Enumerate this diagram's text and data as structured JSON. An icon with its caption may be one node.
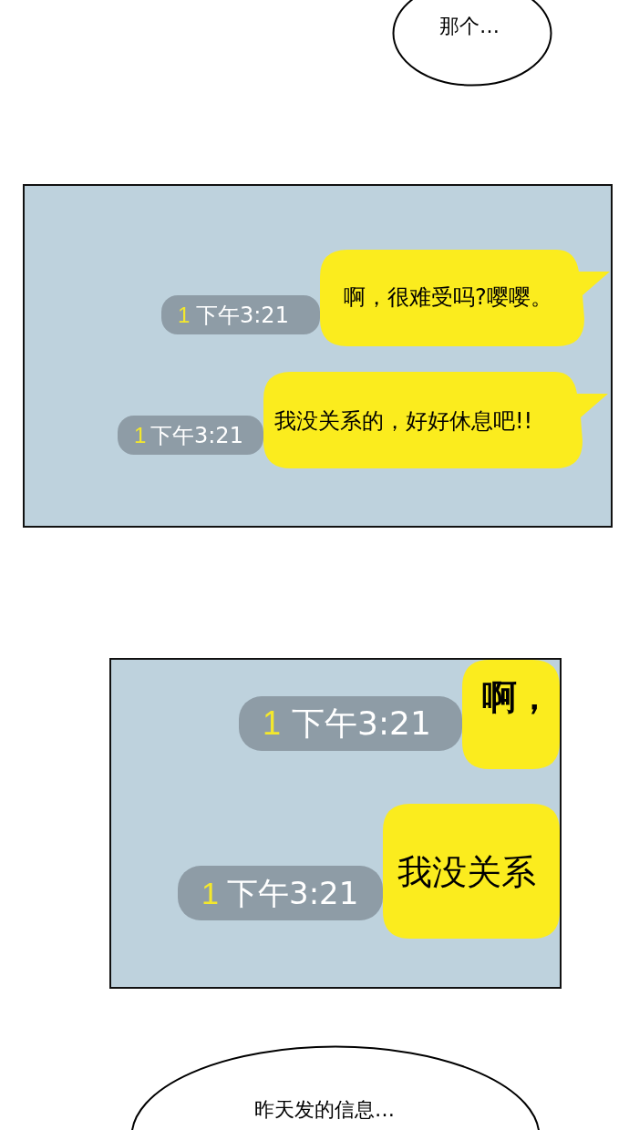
{
  "diagram": {
    "nodes": [
      {
        "text": [
          "那个…"
        ]
      },
      {
        "text": [],
        "shape": "box"
      },
      {
        "text": [
          "1",
          "下午3:21"
        ],
        "in": 1
      },
      {
        "text": [
          "啊，很难受吗?嘤嘤。"
        ],
        "in": 1
      },
      {
        "text": [
          "1",
          "下午3:21"
        ],
        "in": 1
      },
      {
        "text": [
          "我没关系的，好好休息吧!!"
        ],
        "in": 1
      },
      {
        "text": [],
        "shape": "box"
      },
      {
        "text": [
          "1",
          "下午3:21"
        ],
        "in": 6
      },
      {
        "text": [
          "啊，"
        ],
        "in": 6
      },
      {
        "text": [
          "1",
          "下午3:21"
        ],
        "in": 6
      },
      {
        "text": [
          "我没关系"
        ],
        "in": 6
      },
      {
        "text": [
          "昨天发的信息…"
        ]
      }
    ]
  }
}
